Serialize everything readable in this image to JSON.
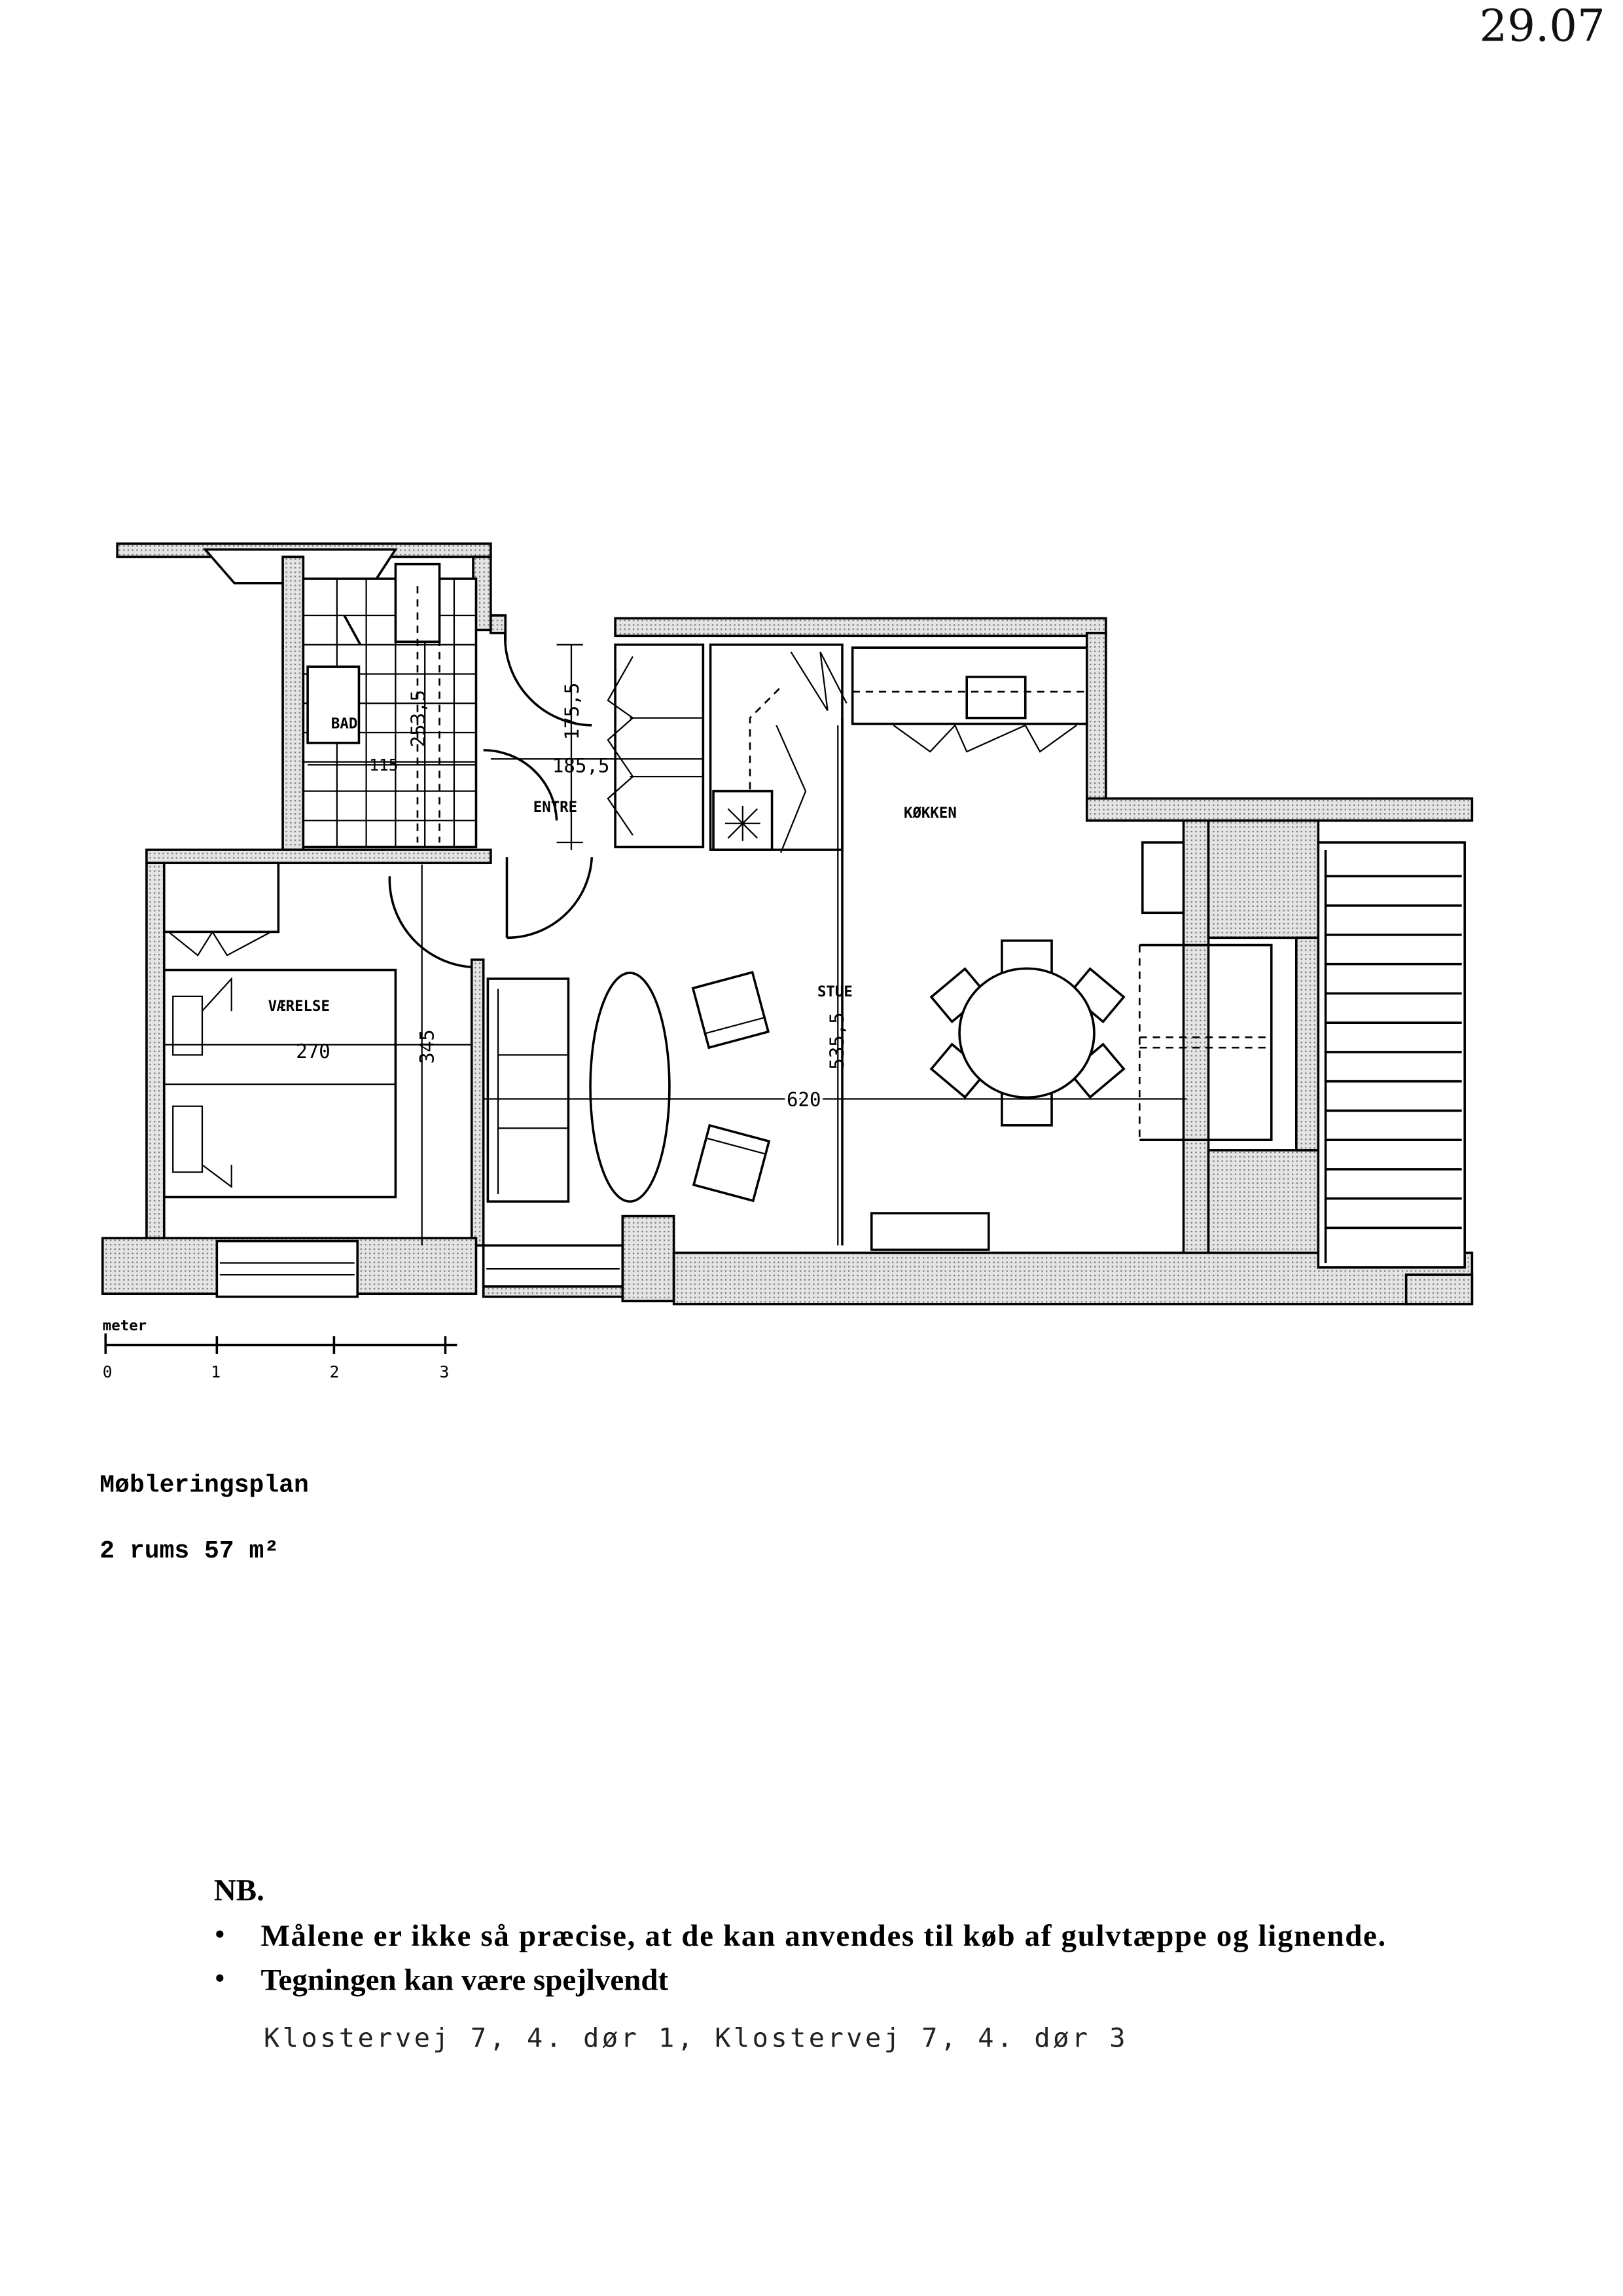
{
  "handwritten_note": "29.07",
  "floorplan": {
    "rooms": {
      "bath": "BAD",
      "entry": "ENTRE",
      "kitchen": "KØKKEN",
      "bedroom": "VÆRELSE",
      "living": "STUE"
    },
    "dimensions": {
      "bath_height": "253,5",
      "bath_width": "115",
      "entry_height": "175,5",
      "entry_width": "185,5",
      "bedroom_width": "270",
      "bedroom_depth": "345",
      "living_depth": "535,5",
      "living_width": "620"
    },
    "scale": {
      "unit": "meter",
      "ticks": [
        "0",
        "1",
        "2",
        "3"
      ]
    }
  },
  "title": "Møbleringsplan",
  "subtitle": "2 rums 57 m²",
  "notes": {
    "heading": "NB.",
    "items": [
      "Målene er ikke så præcise, at de kan anvendes til køb af gulvtæppe og lignende.",
      "Tegningen kan være spejlvendt"
    ]
  },
  "address": "Klostervej 7, 4. dør 1, Klostervej 7, 4. dør 3"
}
